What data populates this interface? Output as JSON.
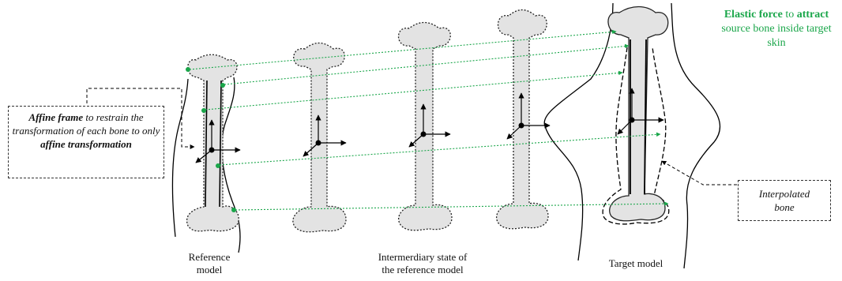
{
  "labels": {
    "reference_line1": "Reference",
    "reference_line2": "model",
    "intermediary_line1": "Intermerdiary state of",
    "intermediary_line2": "the reference model",
    "target": "Target model"
  },
  "affine_box": {
    "part1_em": "Affine frame",
    "part2": " to restrain the transformation of each bone to only ",
    "part3_em": "affine transformation"
  },
  "interp_box": {
    "line1": "Interpolated",
    "line2": "bone"
  },
  "elastic": {
    "bold1": "Elastic force",
    "mid": " to ",
    "bold2": "attract",
    "rest": " source bone inside target skin"
  },
  "colors": {
    "bone_fill": "#e3e3e3",
    "green": "#1aa64a",
    "outline": "#000000"
  }
}
